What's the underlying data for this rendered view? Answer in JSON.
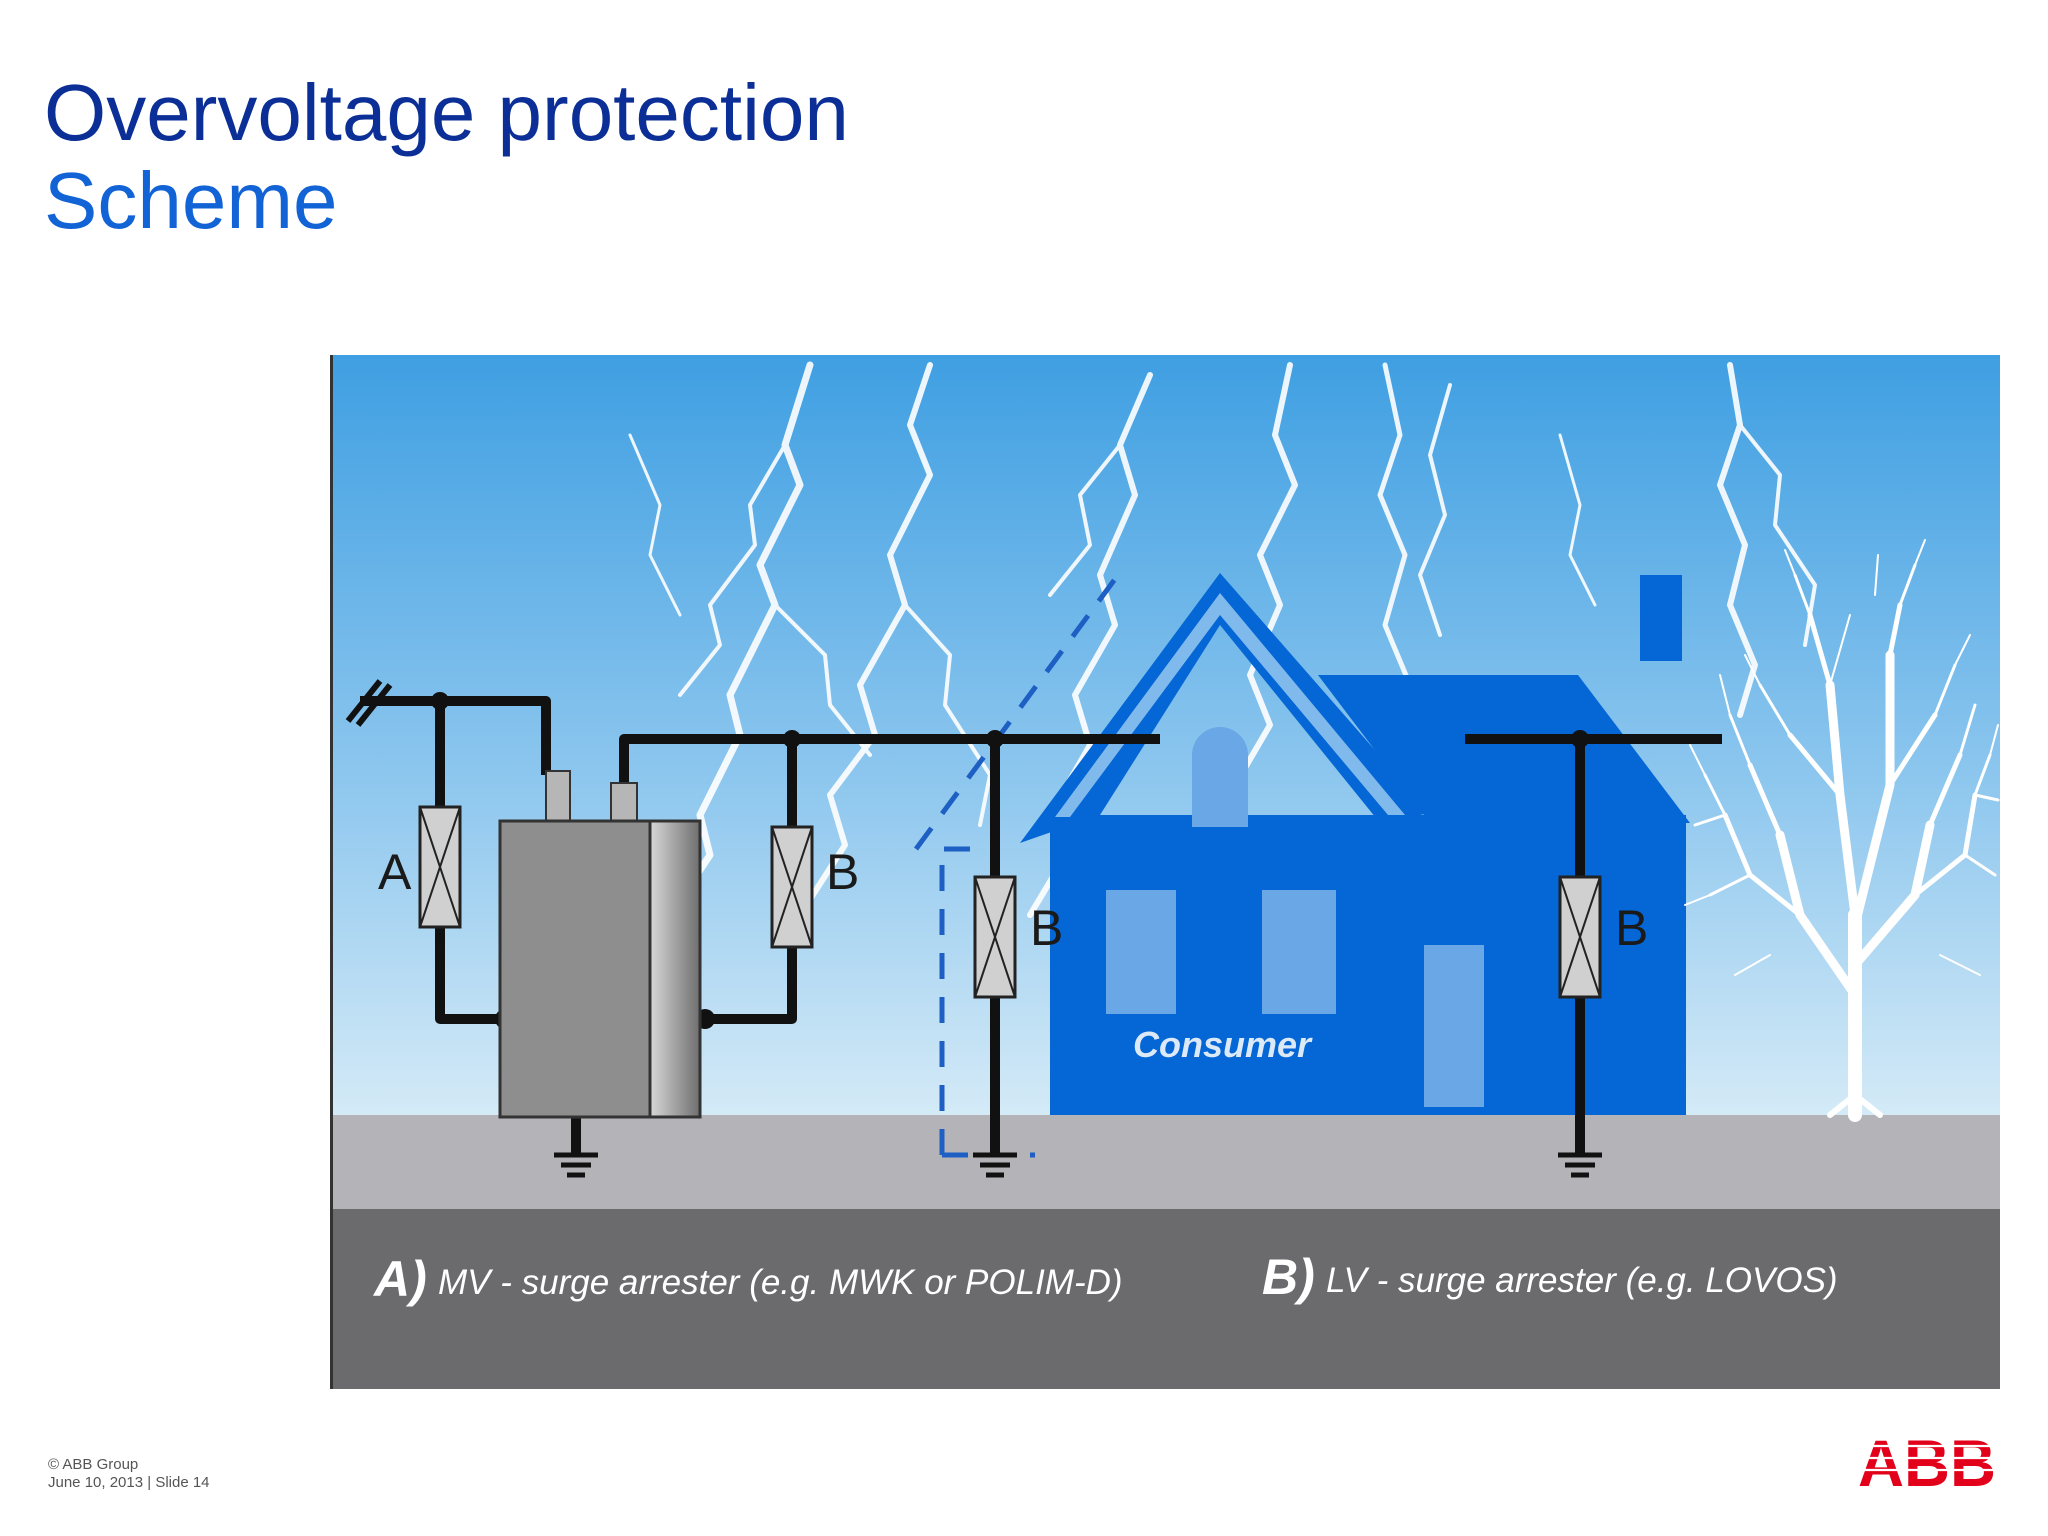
{
  "slide": {
    "title": "Overvoltage protection",
    "subtitle": "Scheme",
    "footer": {
      "copyright": "© ABB Group",
      "date_slide": "June 10, 2013 | Slide 14"
    },
    "logo_text": "ABB"
  },
  "diagram": {
    "arrester_labels": {
      "a": "A",
      "b1": "B",
      "b2": "B",
      "b3": "B"
    },
    "house_label": "Consumer",
    "legend": {
      "a_key": "A)",
      "a_text": "MV - surge arrester (e.g. MWK or POLIM-D)",
      "b_key": "B)",
      "b_text": "LV  - surge arrester (e.g. LOVOS)"
    },
    "colors": {
      "sky_top": "#3f9fe2",
      "sky_bottom": "#cfe7f6",
      "ground": "#b4b4b8",
      "legend_band": "#6b6b6e",
      "house": "#0566d6",
      "house_window": "#6aa7e6",
      "title_dark": "#0b2f96",
      "title_light": "#1263d6",
      "logo_red": "#e2001a"
    }
  }
}
